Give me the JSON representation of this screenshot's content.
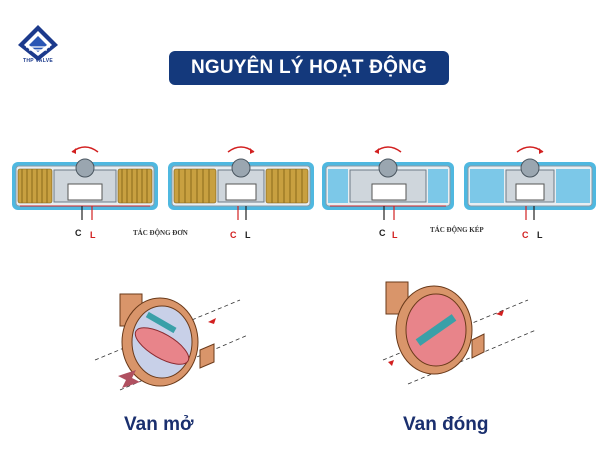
{
  "brand": {
    "logo_text": "THP VALVE"
  },
  "title": "NGUYÊN LÝ HOẠT ĐỘNG",
  "actuators": {
    "single_acting_caption": "TÁC ĐỘNG ĐƠN",
    "double_acting_caption": "TÁC ĐỘNG KÉP",
    "port_c": "C",
    "port_l": "L"
  },
  "valves": {
    "open_label": "Van mở",
    "closed_label": "Van đóng"
  },
  "colors": {
    "title_bg": "#14397c",
    "spring_gold": "#c8a040",
    "cylinder_blue": "#4fb8e0",
    "valve_copper": "#d9956a",
    "disc_pink": "#e8848a",
    "shaft_teal": "#3aa0a8",
    "arrow_red": "#d22020"
  }
}
